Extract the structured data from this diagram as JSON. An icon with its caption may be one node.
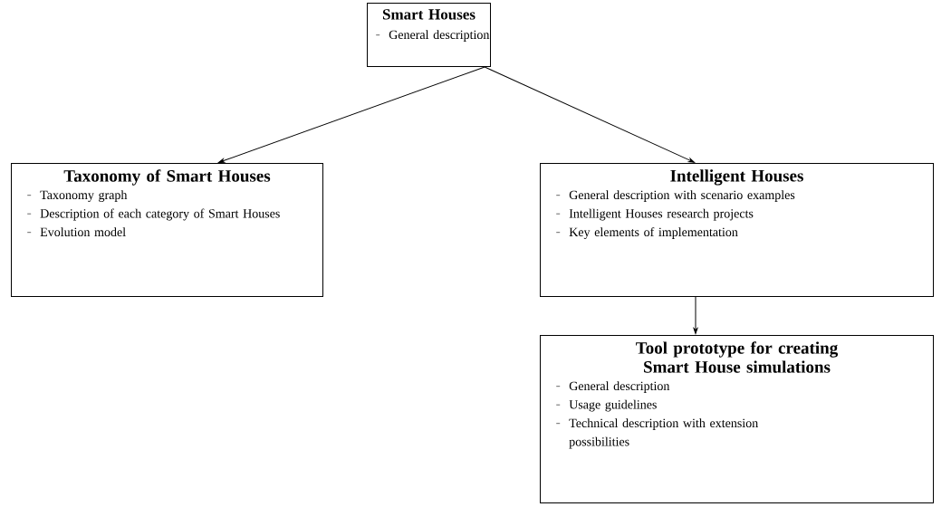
{
  "diagram": {
    "nodes": [
      {
        "text": [
          "Smart Houses",
          "General description"
        ]
      },
      {
        "text": [
          "Taxonomy of Smart Houses",
          "Taxonomy graph",
          "Description of each category of Smart Houses",
          "Evolution model"
        ]
      },
      {
        "text": [
          "Intelligent Houses",
          "General description with scenario examples",
          "Intelligent Houses research projects",
          "Key elements of implementation"
        ]
      },
      {
        "text": [
          "Tool prototype for creating Smart House simulations",
          "General description",
          "Usage guidelines",
          "Technical description with extension possibilities"
        ]
      }
    ],
    "edges": [
      {
        "from": 0,
        "to": 1,
        "arrow": "to"
      },
      {
        "from": 0,
        "to": 2,
        "arrow": "to"
      },
      {
        "from": 2,
        "to": 3,
        "arrow": "to"
      }
    ]
  }
}
